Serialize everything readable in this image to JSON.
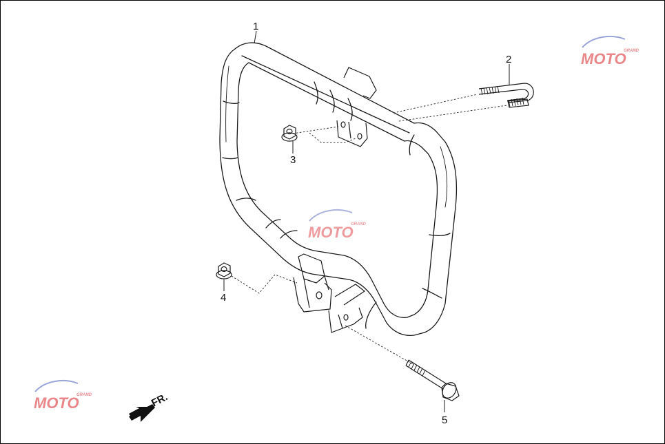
{
  "diagram": {
    "callouts": [
      {
        "id": "1",
        "part": "crash-bar"
      },
      {
        "id": "2",
        "part": "u-bolt"
      },
      {
        "id": "3",
        "part": "flange-nut-upper"
      },
      {
        "id": "4",
        "part": "flange-nut-lower"
      },
      {
        "id": "5",
        "part": "flange-bolt"
      }
    ],
    "direction_label": "FR.",
    "watermark": {
      "text": "MOTO",
      "subtext": "GRAND",
      "color_primary": "#d8242b",
      "color_secondary": "#4a5ab8"
    }
  },
  "colors": {
    "line": "#1a1a1a",
    "background": "#ffffff"
  }
}
